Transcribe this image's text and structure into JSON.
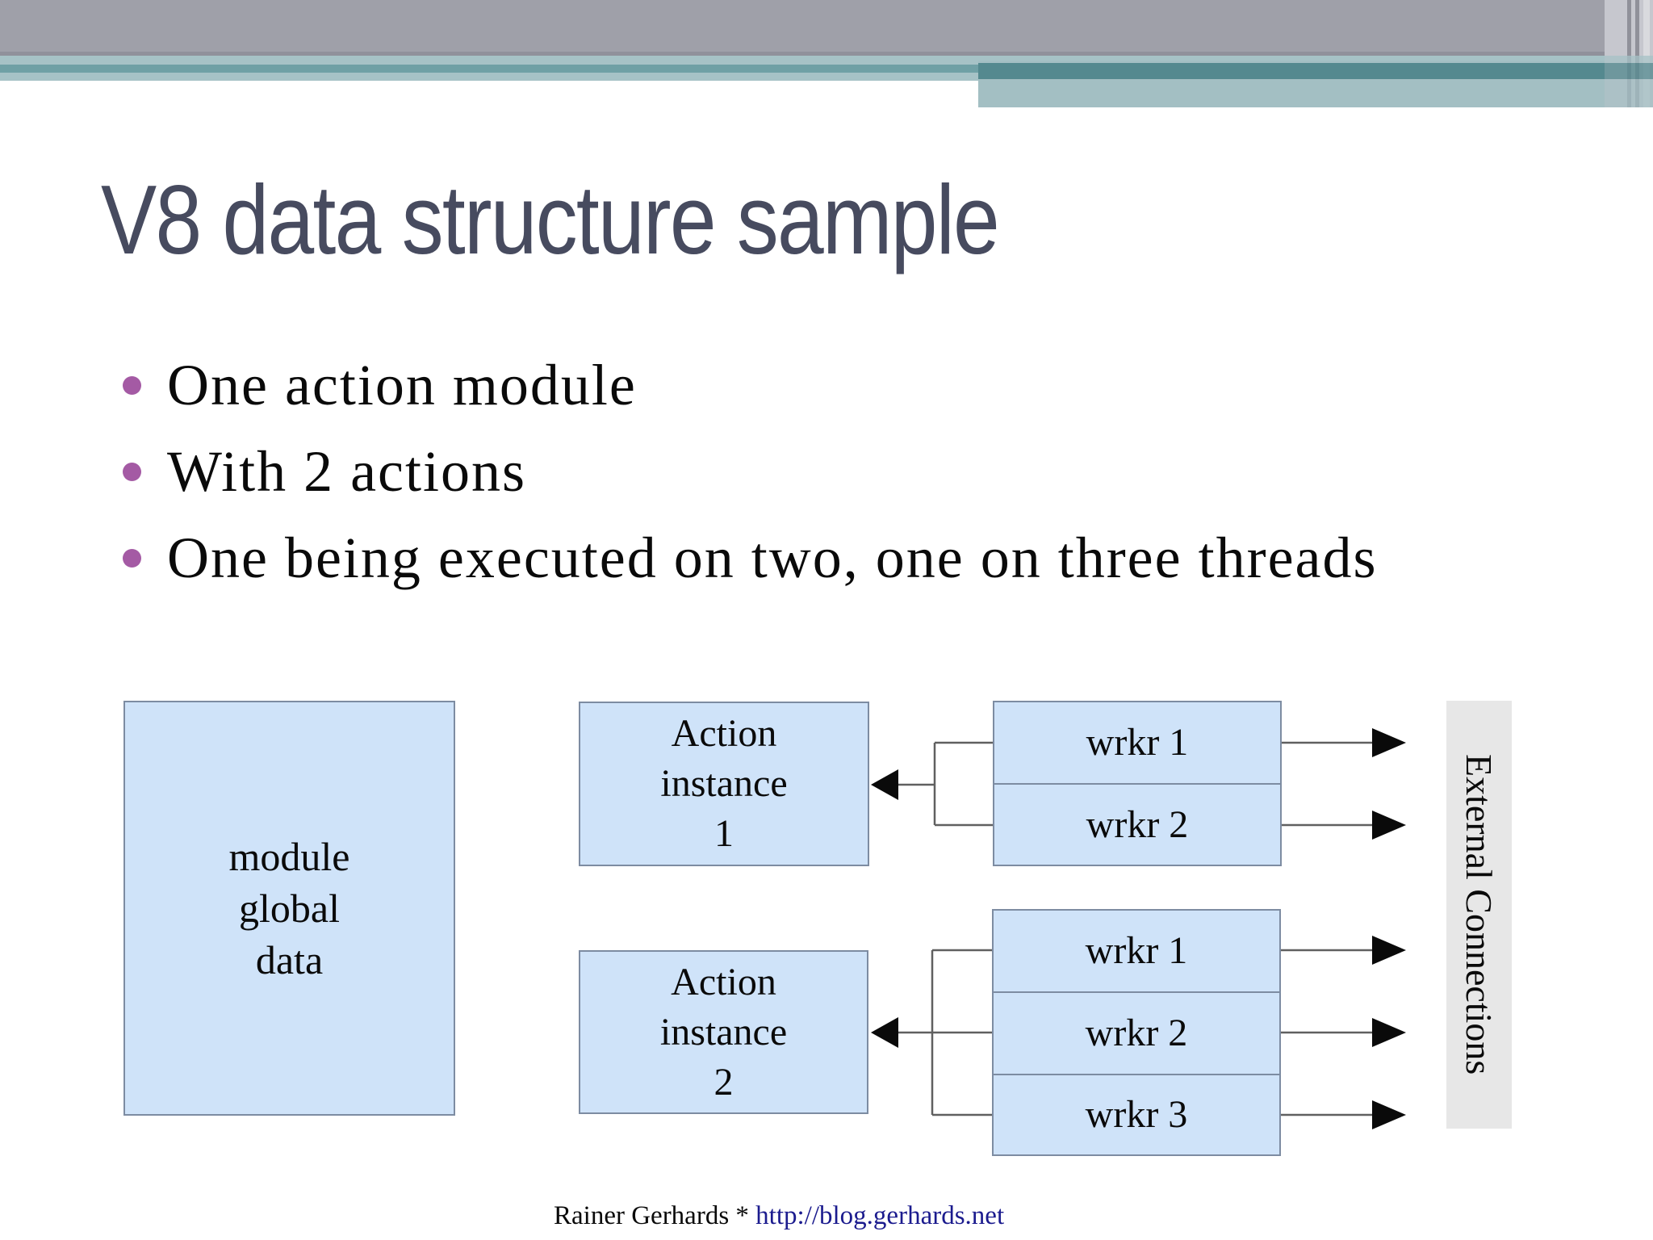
{
  "slide": {
    "title": "V8 data structure sample",
    "bullets": [
      "One action module",
      "With 2 actions",
      "One being executed on two, one on three threads"
    ],
    "footer": {
      "prefix": "Rainer Gerhards * ",
      "url": "http://blog.gerhards.net"
    }
  },
  "diagram": {
    "module_box": {
      "line1": "module",
      "line2": "global",
      "line3": "data"
    },
    "action_instance_1": {
      "line1": "Action",
      "line2": "instance",
      "line3": "1"
    },
    "action_instance_2": {
      "line1": "Action",
      "line2": "instance",
      "line3": "2"
    },
    "worker_group_1": {
      "w1": "wrkr 1",
      "w2": "wrkr 2"
    },
    "worker_group_2": {
      "w1": "wrkr 1",
      "w2": "wrkr 2",
      "w3": "wrkr 3"
    },
    "external_box": {
      "label": "External Connections"
    }
  },
  "colors": {
    "title-color": "#474b5f",
    "text-color": "#0a0a0a",
    "bullet-dot": "#a45aa4",
    "box-fill": "#cfe3f9",
    "box-border": "#7d8ca2",
    "external-fill": "#e7e7e7",
    "link-color": "#1b1b8e",
    "header-gray": "#9fa0a9",
    "teal-light": "#a6c2c6",
    "teal-dark": "#6fa0a5",
    "overlay-dark": "#54898f",
    "overlay-light": "#a3bfc3",
    "line-color": "#606060",
    "arrow-color": "#0a0a0a"
  }
}
